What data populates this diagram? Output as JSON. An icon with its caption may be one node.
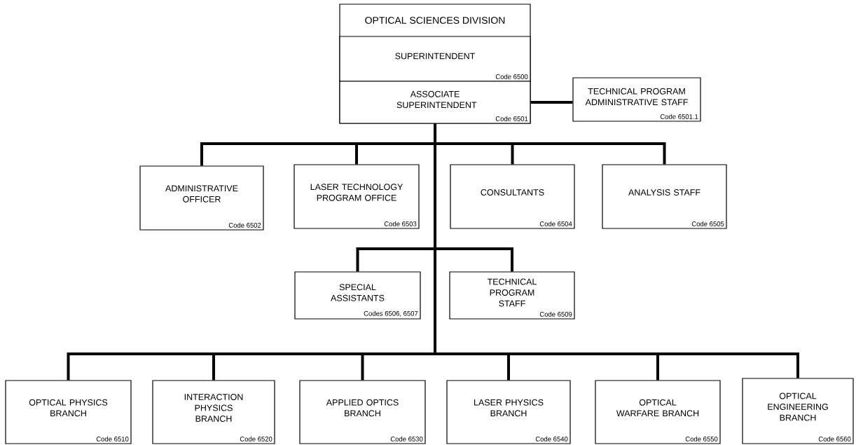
{
  "diagram": {
    "nodes": [
      {
        "text": [
          "OPTICAL SCIENCES DIVISION"
        ]
      },
      {
        "text": [
          "SUPERINTENDENT",
          "Code 6500"
        ],
        "in": 0
      },
      {
        "text": [
          "ASSOCIATE SUPERINTENDENT",
          "Code 6501"
        ],
        "in": 0
      },
      {
        "text": [
          "TECHNICAL PROGRAM ADMINISTRATIVE STAFF",
          "Code 6501.1"
        ]
      },
      {
        "text": [
          "ADMINISTRATIVE OFFICER",
          "Code 6502"
        ]
      },
      {
        "text": [
          "LASER TECHNOLOGY PROGRAM OFFICE",
          "Code 6503"
        ]
      },
      {
        "text": [
          "CONSULTANTS",
          "Code 6504"
        ]
      },
      {
        "text": [
          "ANALYSIS STAFF",
          "Code 6505"
        ]
      },
      {
        "text": [
          "SPECIAL ASSISTANTS",
          "Codes 6506, 6507"
        ]
      },
      {
        "text": [
          "TECHNICAL PROGRAM STAFF",
          "Code 6509"
        ]
      },
      {
        "text": [
          "OPTICAL PHYSICS BRANCH",
          "Code 6510"
        ]
      },
      {
        "text": [
          "INTERACTION PHYSICS BRANCH",
          "Code 6520"
        ]
      },
      {
        "text": [
          "APPLIED OPTICS BRANCH",
          "Code 6530"
        ]
      },
      {
        "text": [
          "LASER PHYSICS BRANCH",
          "Code 6540"
        ]
      },
      {
        "text": [
          "OPTICAL WARFARE BRANCH",
          "Code 6550"
        ]
      },
      {
        "text": [
          "OPTICAL ENGINEERING BRANCH",
          "Code 6560"
        ]
      }
    ],
    "edges": [
      {
        "from": 2,
        "to": 3,
        "arrow": "none"
      },
      {
        "from": 2,
        "to": 4,
        "arrow": "none"
      },
      {
        "from": 2,
        "to": 5,
        "arrow": "none"
      },
      {
        "from": 2,
        "to": 6,
        "arrow": "none"
      },
      {
        "from": 2,
        "to": 7,
        "arrow": "none"
      },
      {
        "from": 2,
        "to": 8,
        "arrow": "none"
      },
      {
        "from": 2,
        "to": 9,
        "arrow": "none"
      },
      {
        "from": 2,
        "to": 10,
        "arrow": "none"
      },
      {
        "from": 2,
        "to": 11,
        "arrow": "none"
      },
      {
        "from": 2,
        "to": 12,
        "arrow": "none"
      },
      {
        "from": 2,
        "to": 13,
        "arrow": "none"
      },
      {
        "from": 2,
        "to": 14,
        "arrow": "none"
      },
      {
        "from": 2,
        "to": 15,
        "arrow": "none"
      }
    ]
  }
}
